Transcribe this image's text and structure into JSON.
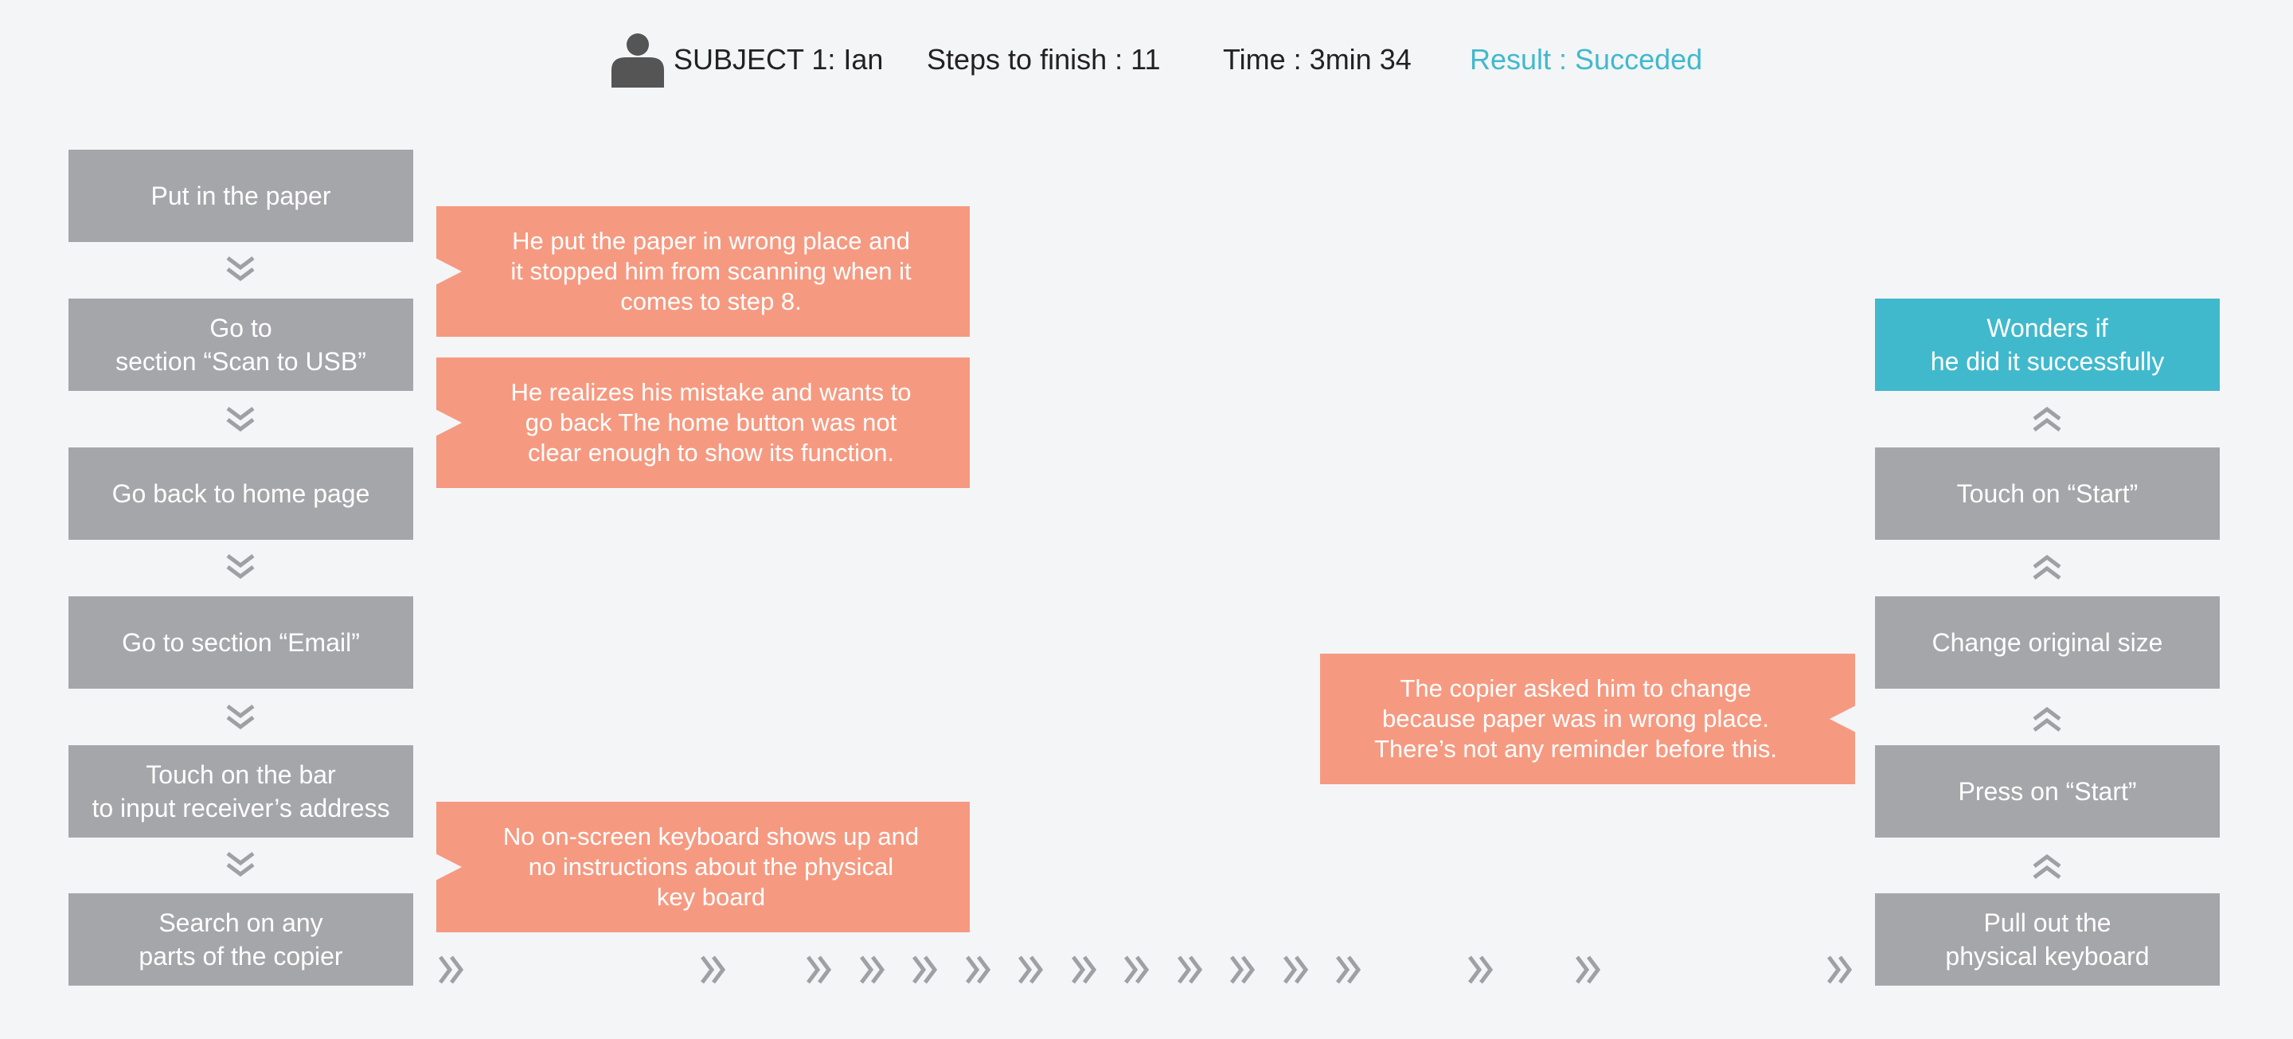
{
  "colors": {
    "background": "#f4f5f7",
    "step": "#a5a6a9",
    "step_final": "#41b9cd",
    "note": "#f59a81",
    "accent": "#41b9cd",
    "chevron": "#9fa0a3",
    "icon": "#555555"
  },
  "header": {
    "icon": "user-icon",
    "subject": "SUBJECT 1: Ian",
    "steps": "Steps to finish : 11",
    "time": "Time : 3min 34",
    "result": "Result : Succeded"
  },
  "left_steps": [
    "Put in the paper",
    "Go to\nsection “Scan to USB”",
    "Go back to home page",
    "Go to section “Email”",
    "Touch on the bar\nto input receiver’s address",
    "Search on any\nparts of the copier"
  ],
  "right_steps": [
    "Wonders  if\nhe did it successfully",
    "Touch on “Start”",
    "Change original size",
    "Press on “Start”",
    "Pull out the\nphysical keyboard"
  ],
  "notes": [
    "He put the paper in wrong place and\nit stopped him from scanning when it\ncomes to step 8.",
    "He realizes his mistake and wants to\ngo back The home button was not\nclear enough to show its function.",
    "No on-screen keyboard shows up and\nno instructions about the physical\nkey board",
    "The copier asked him to change\nbecause paper was in wrong place.\nThere’s not any reminder before this."
  ],
  "icons": {
    "down": "chevron-double-down-icon",
    "up": "chevron-double-up-icon",
    "right": "chevron-double-right-icon"
  }
}
